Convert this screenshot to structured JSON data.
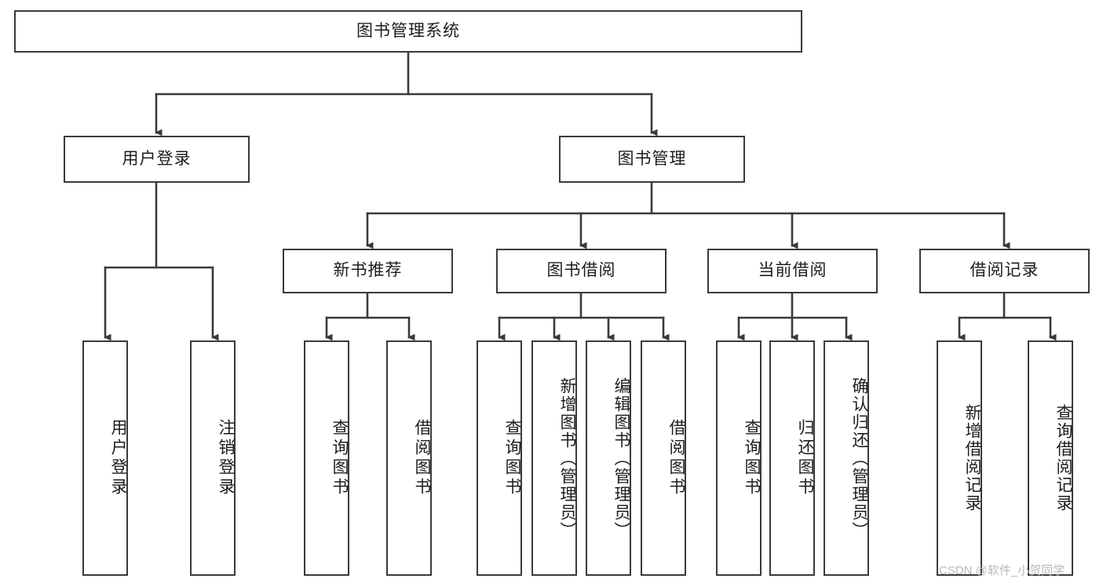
{
  "diagram": {
    "title": "图书管理系统",
    "type": "tree-hierarchy-chart",
    "colors": {
      "box_border": "#3a3a3a",
      "box_fill": "#ffffff",
      "connector": "#3a3a3a",
      "text": "#1d1d1d",
      "watermark": "#b9b9b9",
      "background": "#ffffff"
    },
    "root": {
      "id": "root",
      "label": "图书管理系统",
      "orientation": "horizontal"
    },
    "level2": [
      {
        "id": "user-login",
        "label": "用户登录",
        "orientation": "horizontal"
      },
      {
        "id": "book-manage",
        "label": "图书管理",
        "orientation": "horizontal"
      }
    ],
    "level3": [
      {
        "id": "new-book-recommend",
        "label": "新书推荐",
        "orientation": "horizontal",
        "parent": "book-manage"
      },
      {
        "id": "book-borrow",
        "label": "图书借阅",
        "orientation": "horizontal",
        "parent": "book-manage"
      },
      {
        "id": "current-borrow",
        "label": "当前借阅",
        "orientation": "horizontal",
        "parent": "book-manage"
      },
      {
        "id": "borrow-record",
        "label": "借阅记录",
        "orientation": "horizontal",
        "parent": "book-manage"
      }
    ],
    "leaves": [
      {
        "id": "leaf-user-login",
        "label": "用户登录",
        "parent": "user-login",
        "orientation": "vertical"
      },
      {
        "id": "leaf-user-logout",
        "label": "注销登录",
        "parent": "user-login",
        "orientation": "vertical"
      },
      {
        "id": "leaf-query-book-1",
        "label": "查询图书",
        "parent": "new-book-recommend",
        "orientation": "vertical"
      },
      {
        "id": "leaf-borrow-book-1",
        "label": "借阅图书",
        "parent": "new-book-recommend",
        "orientation": "vertical"
      },
      {
        "id": "leaf-query-book-2",
        "label": "查询图书",
        "parent": "book-borrow",
        "orientation": "vertical"
      },
      {
        "id": "leaf-add-book",
        "label": "新增图书（管理员）",
        "parent": "book-borrow",
        "orientation": "vertical"
      },
      {
        "id": "leaf-edit-book",
        "label": "编辑图书（管理员）",
        "parent": "book-borrow",
        "orientation": "vertical"
      },
      {
        "id": "leaf-borrow-book-2",
        "label": "借阅图书",
        "parent": "book-borrow",
        "orientation": "vertical"
      },
      {
        "id": "leaf-query-book-3",
        "label": "查询图书",
        "parent": "current-borrow",
        "orientation": "vertical"
      },
      {
        "id": "leaf-return-book",
        "label": "归还图书",
        "parent": "current-borrow",
        "orientation": "vertical"
      },
      {
        "id": "leaf-confirm-return",
        "label": "确认归还（管理员）",
        "parent": "current-borrow",
        "orientation": "vertical"
      },
      {
        "id": "leaf-add-record",
        "label": "新增借阅记录",
        "parent": "borrow-record",
        "orientation": "vertical"
      },
      {
        "id": "leaf-query-record",
        "label": "查询借阅记录",
        "parent": "borrow-record",
        "orientation": "vertical"
      }
    ],
    "watermark": "CSDN @软件_小贺同学"
  }
}
